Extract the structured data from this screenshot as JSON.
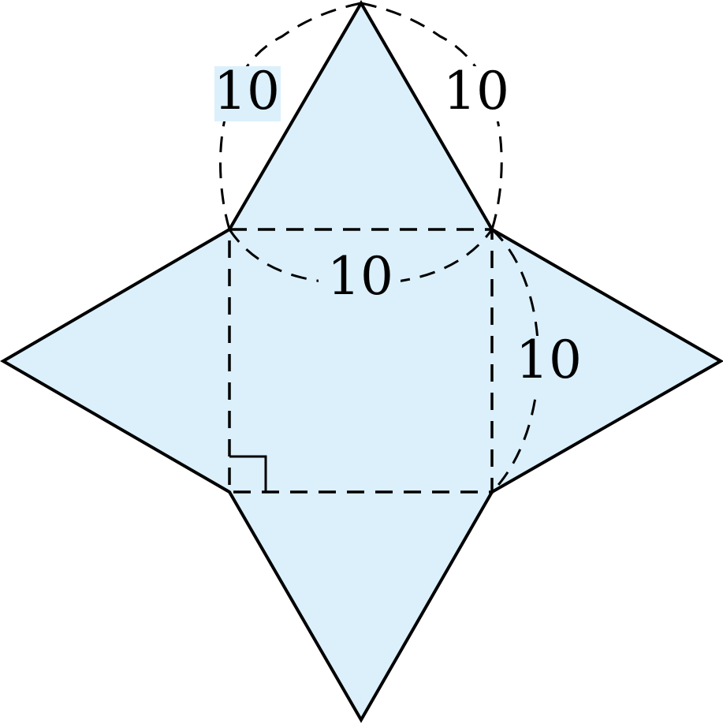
{
  "colors": {
    "fill": "#dbf0fb",
    "stroke": "#000000"
  },
  "labels": {
    "top_left_edge": "10",
    "top_right_edge": "10",
    "square_top_edge": "10",
    "square_right_edge": "10"
  }
}
